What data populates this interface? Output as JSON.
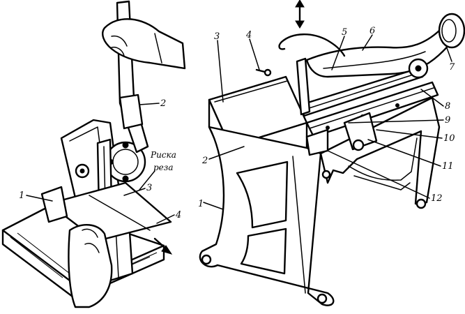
{
  "left_figure": {
    "labels": [
      "1",
      "2",
      "3",
      "4"
    ],
    "cut_mark_label_line1": "Риска",
    "cut_mark_label_line2": "реза"
  },
  "right_figure": {
    "labels": [
      "1",
      "2",
      "3",
      "4",
      "5",
      "6",
      "7",
      "8",
      "9",
      "10",
      "11",
      "12"
    ]
  }
}
